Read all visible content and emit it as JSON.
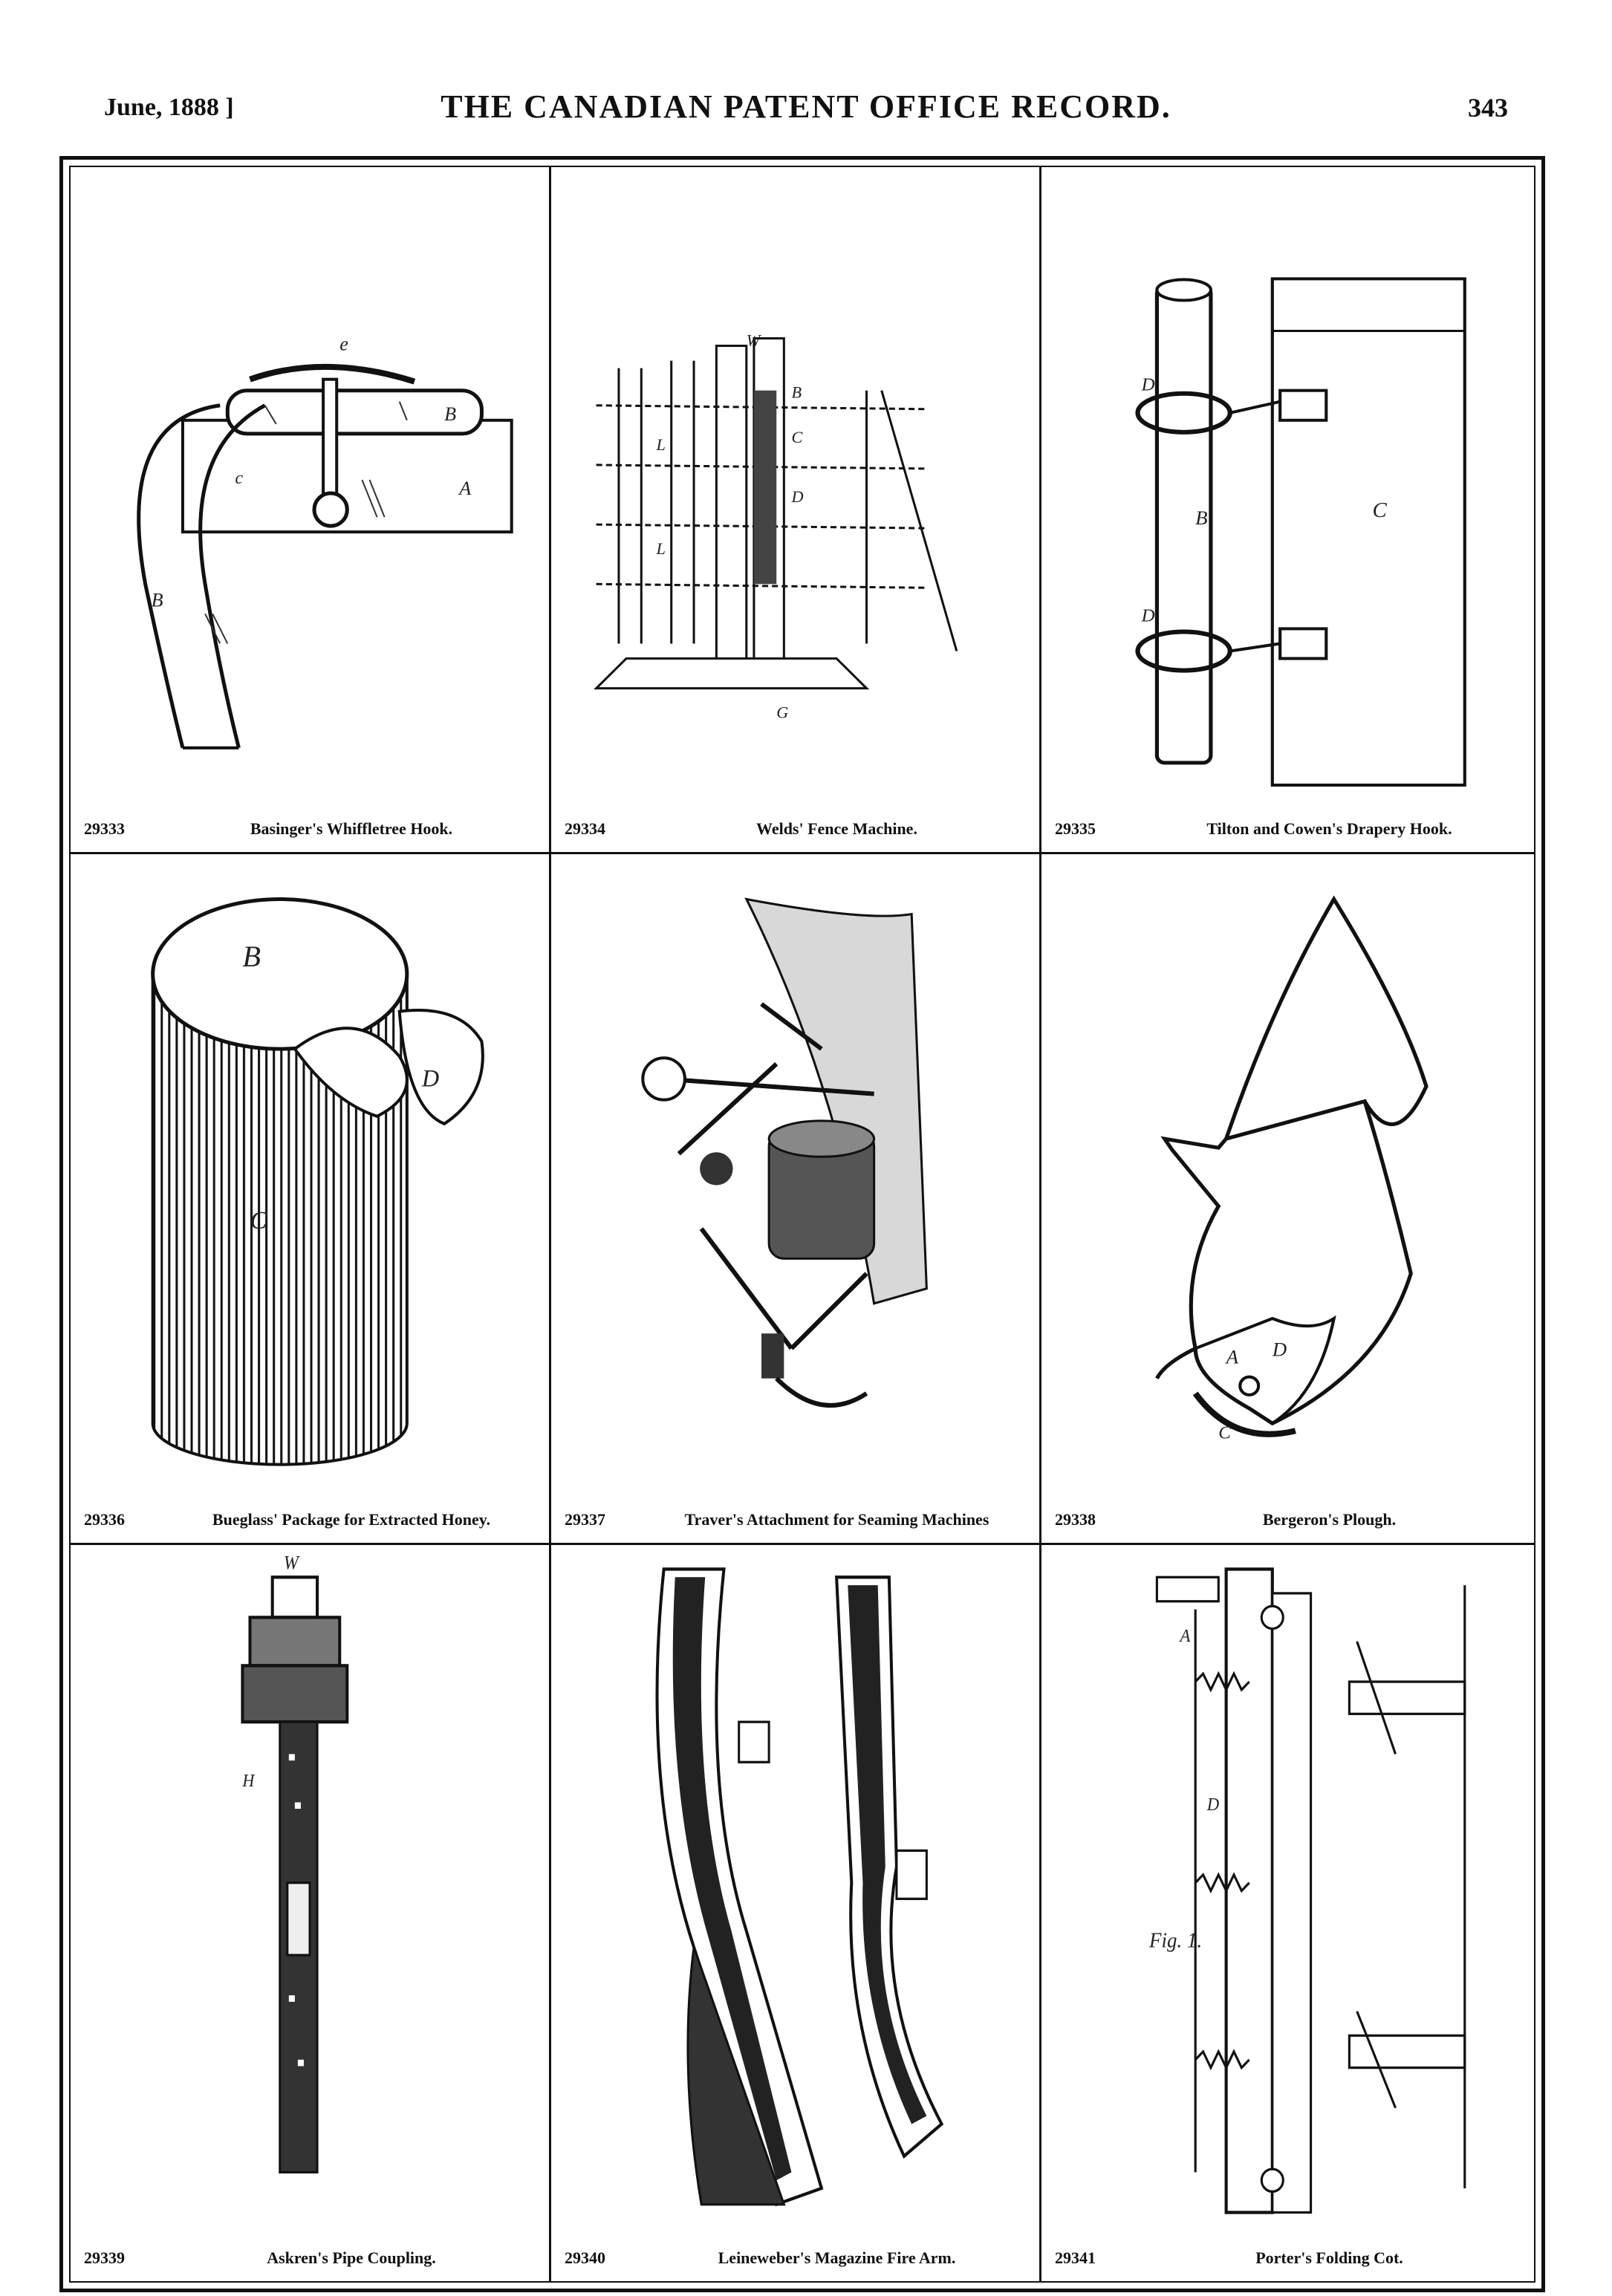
{
  "header": {
    "date": "June, 1888 ]",
    "title": "THE CANADIAN PATENT OFFICE RECORD.",
    "page_number": "343"
  },
  "figures": [
    {
      "number": "29333",
      "title": "Basinger's Whiffletree Hook."
    },
    {
      "number": "29334",
      "title": "Welds' Fence Machine."
    },
    {
      "number": "29335",
      "title": "Tilton and Cowen's Drapery Hook."
    },
    {
      "number": "29336",
      "title": "Bueglass' Package for Extracted Honey."
    },
    {
      "number": "29337",
      "title": "Traver's Attachment for Seaming Machines"
    },
    {
      "number": "29338",
      "title": "Bergeron's Plough."
    },
    {
      "number": "29339",
      "title": "Askren's Pipe Coupling."
    },
    {
      "number": "29340",
      "title": "Leineweber's Magazine Fire Arm."
    },
    {
      "number": "29341",
      "title": "Porter's Folding Cot."
    }
  ]
}
